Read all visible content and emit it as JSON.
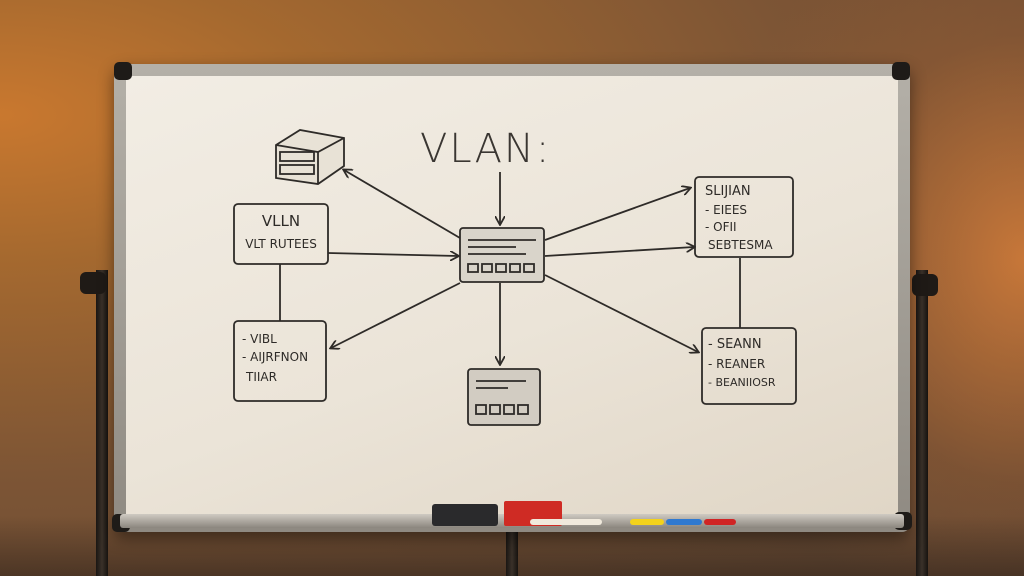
{
  "scene": {
    "title": "VLAN:",
    "left_top_box": {
      "lines": [
        "VLLN",
        "VLT RUTEES"
      ]
    },
    "left_bottom_box": {
      "lines": [
        "- VIBL",
        "- AIJRFNON",
        "TIIAR"
      ]
    },
    "right_top_box": {
      "lines": [
        "SLIJIAN",
        "- EIEES",
        "- OFII",
        "SEBTESMA"
      ]
    },
    "right_bottom_box": {
      "lines": [
        "- SEANN",
        "- REANER",
        "- BEANIIOSR"
      ]
    }
  },
  "colors": {
    "ink": "#2e2b28",
    "eraser": "#2a2a2c",
    "red_box": "#cf2b24",
    "markers": [
      "#f0e9dc",
      "#f3d21b",
      "#2f79d0",
      "#d02424"
    ]
  }
}
